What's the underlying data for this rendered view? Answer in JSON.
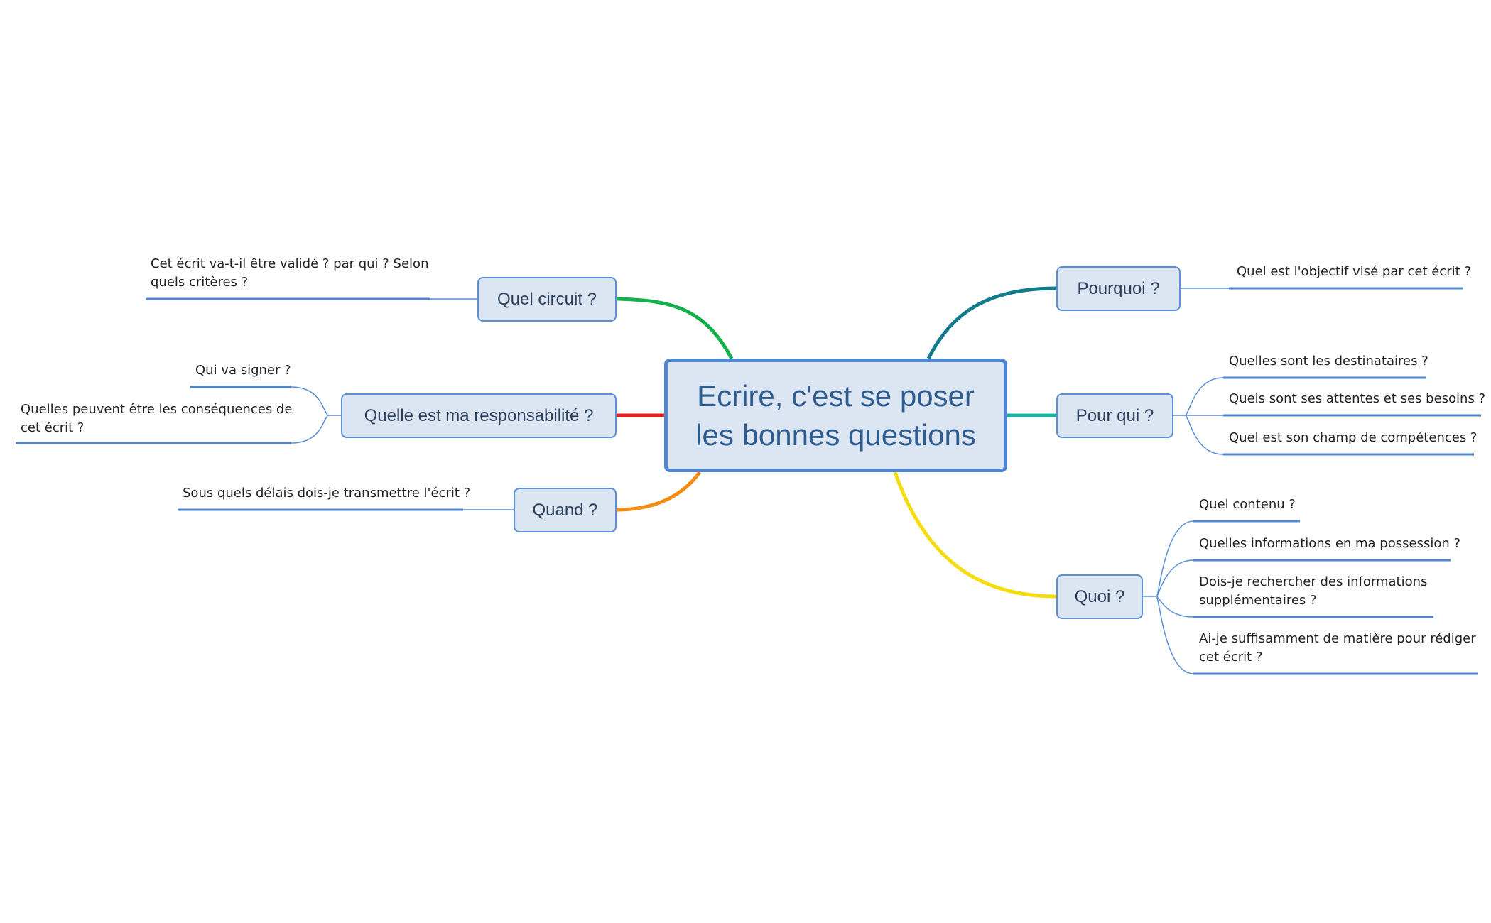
{
  "central": {
    "line1": "Ecrire, c'est se poser",
    "line2": "les bonnes questions"
  },
  "colors": {
    "center_border": "#4f86cf",
    "node_fill": "#dce6f2",
    "node_border": "#5b8fd6",
    "underline": "#4f86cf",
    "connector_thin": "#5b8fd6",
    "circuit": "#14b04a",
    "responsabilite": "#ef1c1c",
    "quand": "#f28c12",
    "pourquoi": "#127c8c",
    "pour_qui": "#14b8a6",
    "quoi": "#f5dc0c"
  },
  "branches": {
    "quel_circuit": {
      "label": "Quel circuit ?",
      "leaves": [
        {
          "line1": "Cet écrit va-t-il être validé ?  par qui ?  Selon",
          "line2": "quels critères ?"
        }
      ]
    },
    "responsabilite": {
      "label": "Quelle est ma responsabilité ?",
      "leaves": [
        {
          "line1": "Qui va signer ?"
        },
        {
          "line1": "Quelles peuvent être les conséquences de",
          "line2": "cet écrit ?"
        }
      ]
    },
    "quand": {
      "label": "Quand ?",
      "leaves": [
        {
          "line1": "Sous quels délais dois-je transmettre l'écrit ?"
        }
      ]
    },
    "pourquoi": {
      "label": "Pourquoi ?",
      "leaves": [
        {
          "line1": "Quel est l'objectif visé par cet écrit ?"
        }
      ]
    },
    "pour_qui": {
      "label": "Pour qui ?",
      "leaves": [
        {
          "line1": "Quelles sont les destinataires ?"
        },
        {
          "line1": "Quels sont ses attentes et ses besoins ?"
        },
        {
          "line1": "Quel est son champ de compétences ?"
        }
      ]
    },
    "quoi": {
      "label": "Quoi ?",
      "leaves": [
        {
          "line1": "Quel contenu ?"
        },
        {
          "line1": "Quelles informations en ma possession ?"
        },
        {
          "line1": "Dois-je rechercher des informations",
          "line2": "supplémentaires ?"
        },
        {
          "line1": "Ai-je suffisamment de matière pour rédiger",
          "line2": "cet écrit ?"
        }
      ]
    }
  }
}
